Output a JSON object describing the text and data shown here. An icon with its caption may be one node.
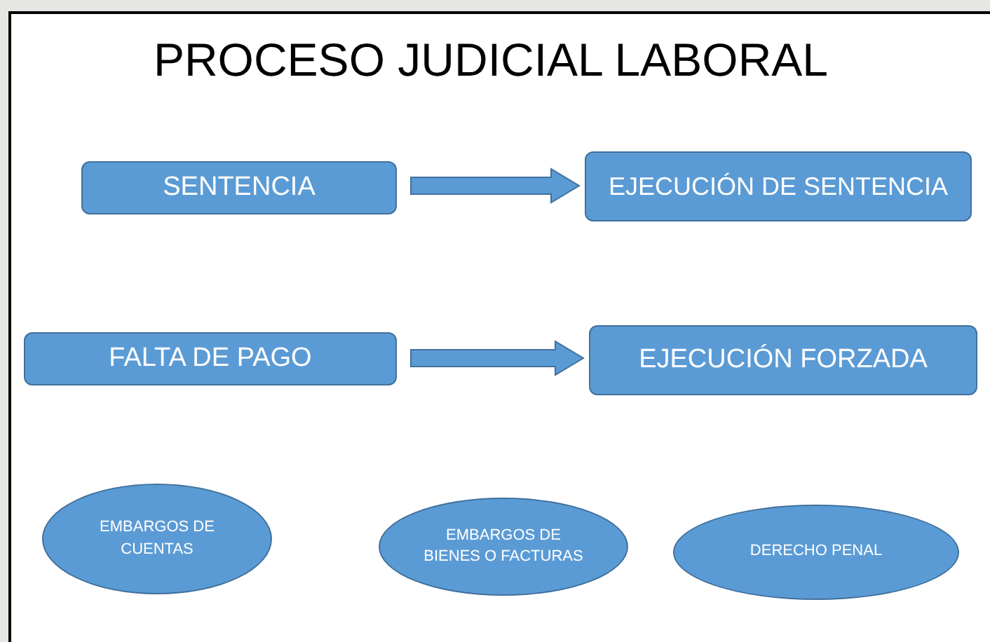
{
  "diagram": {
    "title": "PROCESO JUDICIAL LABORAL",
    "nodes": [
      {
        "text": [
          "SENTENCIA"
        ]
      },
      {
        "text": [
          "EJECUCIÓN DE SENTENCIA"
        ]
      },
      {
        "text": [
          "FALTA DE PAGO"
        ]
      },
      {
        "text": [
          "EJECUCIÓN FORZADA"
        ]
      },
      {
        "text": [
          "EMBARGOS DE CUENTAS"
        ]
      },
      {
        "text": [
          "EMBARGOS DE BIENES O FACTURAS"
        ]
      },
      {
        "text": [
          "DERECHO PENAL"
        ]
      }
    ],
    "edges": [
      {
        "from": 0,
        "to": 1,
        "arrow": "to"
      },
      {
        "from": 2,
        "to": 3,
        "arrow": "to"
      }
    ]
  }
}
